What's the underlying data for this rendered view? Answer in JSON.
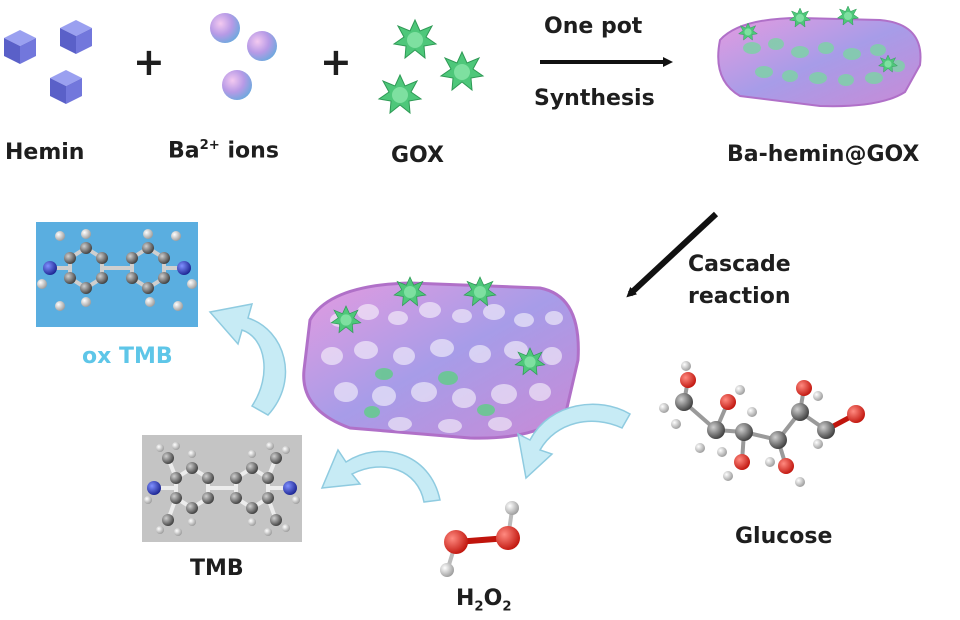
{
  "reactants": {
    "hemin": "Hemin",
    "ba_base": "Ba",
    "ba_charge": "2+",
    "ba_suffix": " ions",
    "gox": "GOX"
  },
  "plus_sign": "+",
  "synthesis": {
    "line1": "One pot",
    "line2": "Synthesis"
  },
  "product": "Ba-hemin@GOX",
  "cascade": {
    "line1": "Cascade",
    "line2": "reaction"
  },
  "molecules": {
    "ox_tmb": "ox TMB",
    "tmb": "TMB",
    "h2o2_h": "H",
    "h2o2_sub1": "2",
    "h2o2_o": "O",
    "h2o2_sub2": "2",
    "glucose": "Glucose"
  },
  "colors": {
    "text": "#1e1e1e",
    "ox_tmb_label": "#5ec6e8",
    "ox_tmb_panel": "#5aaee0",
    "tmb_panel": "#c4c4c4",
    "cage": "#c98ad6",
    "gox_enzyme": "#5fcf86",
    "hemin_cube": "#6a6fd6",
    "curved_arrow": "#bfe6f2"
  }
}
